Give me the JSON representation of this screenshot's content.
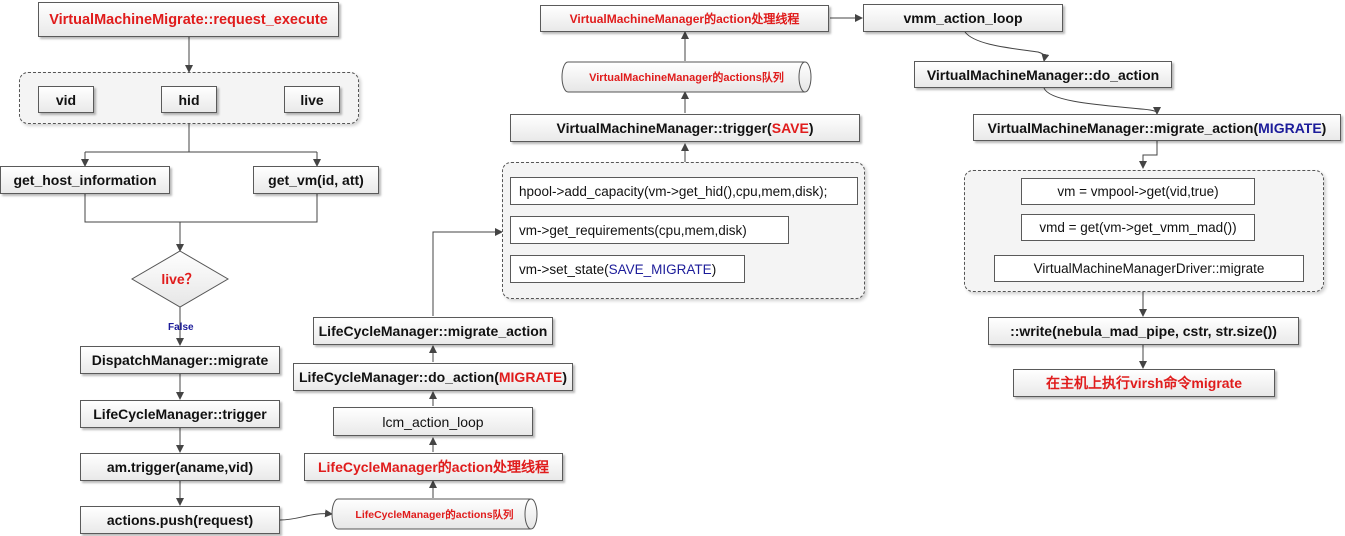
{
  "col1": {
    "request_execute": "VirtualMachineMigrate::request_execute",
    "params": {
      "vid": "vid",
      "hid": "hid",
      "live": "live"
    },
    "get_host_information": "get_host_information",
    "get_vm": "get_vm(id, att)",
    "decision": "live？",
    "false_label": "False",
    "dispatch_migrate": "DispatchManager::migrate",
    "lcm_trigger": "LifeCycleManager::trigger",
    "am_trigger": "am.trigger(aname,vid)",
    "actions_push": "actions.push(request)"
  },
  "col2": {
    "lcm_queue": "LifeCycleManager的actions队列",
    "lcm_thread": "LifeCycleManager的action处理线程",
    "lcm_action_loop": "lcm_action_loop",
    "lcm_do_action_prefix": "LifeCycleManager::do_action(",
    "lcm_do_action_arg": "MIGRATE",
    "lcm_do_action_suffix": ")",
    "lcm_migrate_action": "LifeCycleManager::migrate_action"
  },
  "col3": {
    "ops": {
      "add_capacity": "hpool->add_capacity(vm->get_hid(),cpu,mem,disk);",
      "get_requirements": "vm->get_requirements(cpu,mem,disk)",
      "set_state_prefix": "vm->set_state(",
      "set_state_arg": "SAVE_MIGRATE",
      "set_state_suffix": ")"
    },
    "vmm_trigger_prefix": "VirtualMachineManager::trigger(",
    "vmm_trigger_arg": "SAVE",
    "vmm_trigger_suffix": ")",
    "vmm_queue": "VirtualMachineManager的actions队列",
    "vmm_thread": "VirtualMachineManager的action处理线程"
  },
  "col4": {
    "vmm_action_loop": "vmm_action_loop",
    "vmm_do_action": "VirtualMachineManager::do_action",
    "migrate_action_prefix": "VirtualMachineManager::migrate_action(",
    "migrate_action_arg": "MIGRATE",
    "migrate_action_suffix": ")",
    "ops": {
      "vmpool_get": "vm = vmpool->get(vid,true)",
      "get_vmm_mad": "vmd = get(vm->get_vmm_mad())",
      "driver_migrate": "VirtualMachineManagerDriver::migrate"
    },
    "write": "::write(nebula_mad_pipe, cstr, str.size())",
    "virsh": "在主机上执行virsh命令migrate"
  },
  "colors": {
    "accent_red": "#e01c1c",
    "accent_blue": "#1c1c9a",
    "line": "#444444"
  }
}
